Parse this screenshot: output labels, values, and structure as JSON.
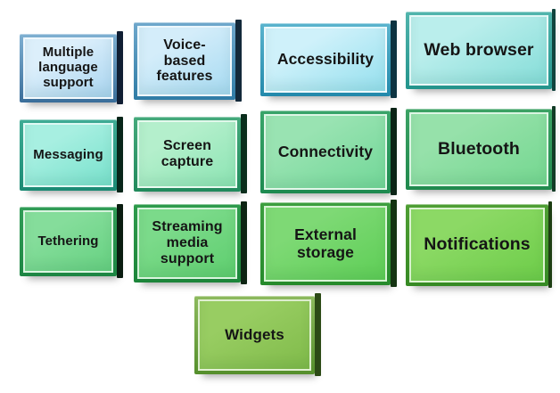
{
  "diagram": {
    "background": "#ffffff",
    "text_color": "#151515",
    "boxes": [
      {
        "label": "Multiple language support",
        "style": "--f1:#dceffb;--f2:#a8d4ef;--b1:#7fb0d2;--b2:#3a6e9a;--e:#101e33"
      },
      {
        "label": "Voice-based features",
        "style": "--f1:#d4edfa;--f2:#a6daf1;--b1:#6fa8cc;--b2:#2f7ca6;--e:#13293a"
      },
      {
        "label": "Accessibility",
        "style": "--f1:#cff1fa;--f2:#95e0ee;--b1:#5ab4ce;--b2:#2389ab;--e:#0d3341"
      },
      {
        "label": "Web browser",
        "style": "--f1:#baeeec;--f2:#85ddd8;--b1:#52b5ad;--b2:#23948c;--e:#11443e"
      },
      {
        "label": "Messaging",
        "style": "--f1:#a7efe1;--f2:#78e1cc;--b1:#3fac95;--b2:#1b8a74;--e:#072519"
      },
      {
        "label": "Screen capture",
        "style": "--f1:#b4efcc;--f2:#8ce4b3;--b1:#45aa7c;--b2:#218a5c;--e:#0a2e1c"
      },
      {
        "label": "Connectivity",
        "style": "--f1:#99e3b2;--f2:#72d798;--b1:#39a56a;--b2:#1d8a50;--e:#0b2416"
      },
      {
        "label": "Bluetooth",
        "style": "--f1:#96e1aa;--f2:#74d790;--b1:#3ca365;--b2:#20894d;--e:#123c26"
      },
      {
        "label": "Tethering",
        "style": "--f1:#85dd9b;--f2:#66d181;--b1:#319d57;--b2:#1d8643;--e:#0a1c10"
      },
      {
        "label": "Streaming media support",
        "style": "--f1:#7bda8a;--f2:#5ece6e;--b1:#2e9b4c;--b2:#1c853a;--e:#0d2413"
      },
      {
        "label": "External storage",
        "style": "--f1:#7ed975;--f2:#5ece56;--b1:#3c9f3f;--b2:#268a2b;--e:#143312"
      },
      {
        "label": "Notifications",
        "style": "--f1:#8cd965;--f2:#6dcd49;--b1:#4f9f34;--b2:#368a24;--e:#1d3d12"
      },
      {
        "label": "Widgets",
        "style": "--f1:#98cd62;--f2:#80bb4a;--b1:#8dba5e;--b2:#558f2c;--e:#2c4a16"
      }
    ]
  }
}
